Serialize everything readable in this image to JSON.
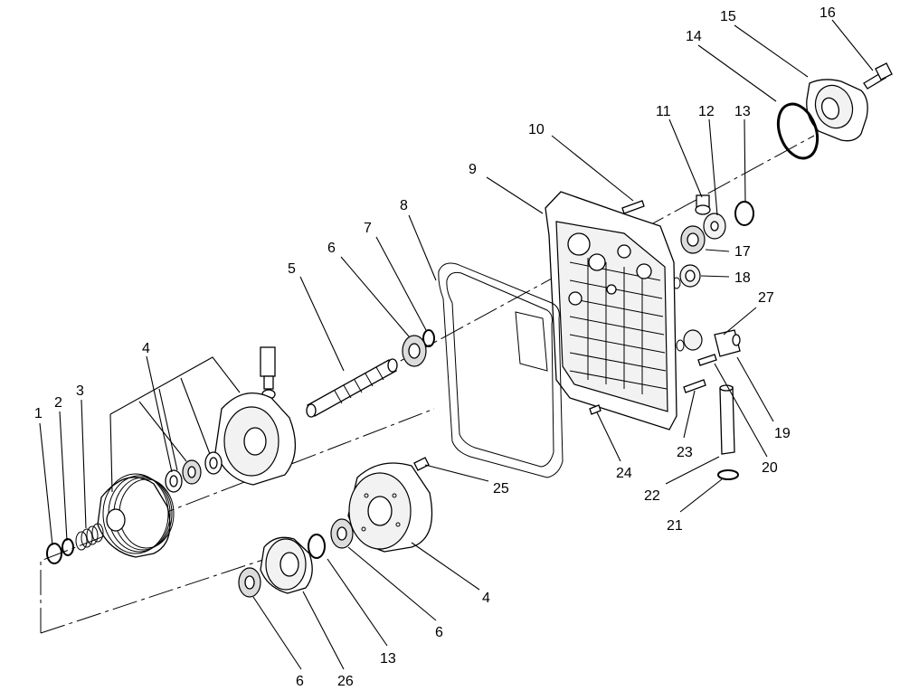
{
  "callouts": [
    {
      "id": "c1",
      "text": "1"
    },
    {
      "id": "c2",
      "text": "2"
    },
    {
      "id": "c3",
      "text": "3"
    },
    {
      "id": "c4a",
      "text": "4"
    },
    {
      "id": "c5",
      "text": "5"
    },
    {
      "id": "c6a",
      "text": "6"
    },
    {
      "id": "c7",
      "text": "7"
    },
    {
      "id": "c8",
      "text": "8"
    },
    {
      "id": "c9",
      "text": "9"
    },
    {
      "id": "c10",
      "text": "10"
    },
    {
      "id": "c11",
      "text": "11"
    },
    {
      "id": "c12",
      "text": "12"
    },
    {
      "id": "c13a",
      "text": "13"
    },
    {
      "id": "c14",
      "text": "14"
    },
    {
      "id": "c15",
      "text": "15"
    },
    {
      "id": "c16",
      "text": "16"
    },
    {
      "id": "c17",
      "text": "17"
    },
    {
      "id": "c18",
      "text": "18"
    },
    {
      "id": "c19",
      "text": "19"
    },
    {
      "id": "c20",
      "text": "20"
    },
    {
      "id": "c21",
      "text": "21"
    },
    {
      "id": "c22",
      "text": "22"
    },
    {
      "id": "c23",
      "text": "23"
    },
    {
      "id": "c24",
      "text": "24"
    },
    {
      "id": "c25",
      "text": "25"
    },
    {
      "id": "c27",
      "text": "27"
    },
    {
      "id": "c4b",
      "text": "4"
    },
    {
      "id": "c6b",
      "text": "6"
    },
    {
      "id": "c13b",
      "text": "13"
    },
    {
      "id": "c26",
      "text": "26"
    },
    {
      "id": "c6c",
      "text": "6"
    }
  ]
}
